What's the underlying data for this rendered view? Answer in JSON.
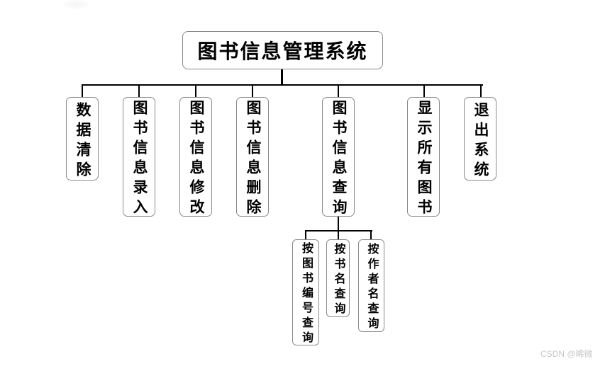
{
  "diagram": {
    "root": {
      "label": "图书信息管理系统"
    },
    "level2": [
      {
        "label": "数据清除"
      },
      {
        "label": "图书信息录入"
      },
      {
        "label": "图书信息修改"
      },
      {
        "label": "图书信息删除"
      },
      {
        "label": "图书信息查询"
      },
      {
        "label": "显示所有图书"
      },
      {
        "label": "退出系统"
      }
    ],
    "level3": [
      {
        "label": "按图书编号查询"
      },
      {
        "label": "按书名查询"
      },
      {
        "label": "按作者名查询"
      }
    ]
  },
  "watermark": {
    "text": "CSDN @晞微"
  },
  "colors": {
    "background": "#ffffff",
    "line": "#000000",
    "box_border": "#8a8a8a",
    "text": "#000000",
    "watermark": "#c8c8c8"
  }
}
